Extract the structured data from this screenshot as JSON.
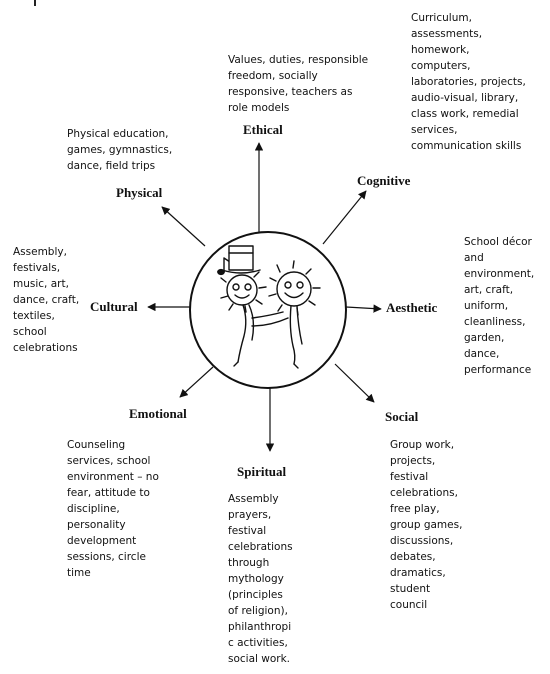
{
  "domains": {
    "ethical": {
      "label": "Ethical",
      "lines": [
        "Values, duties, responsible",
        "freedom, socially",
        "responsive, teachers as",
        "role models"
      ]
    },
    "cognitive": {
      "label": "Cognitive",
      "lines": [
        "Curriculum,",
        "assessments,",
        "homework,",
        "computers,",
        "laboratories, projects,",
        "audio-visual, library,",
        "class work, remedial",
        "services,",
        "communication skills"
      ]
    },
    "physical": {
      "label": "Physical",
      "lines": [
        "Physical education,",
        "games, gymnastics,",
        "dance, field trips"
      ]
    },
    "aesthetic": {
      "label": "Aesthetic",
      "lines": [
        "School décor",
        "and",
        "environment,",
        "art, craft,",
        "uniform,",
        "cleanliness,",
        "garden,",
        "dance,",
        "performance"
      ]
    },
    "cultural": {
      "label": "Cultural",
      "lines": [
        "Assembly,",
        "festivals,",
        "music, art,",
        "dance, craft,",
        "textiles,",
        "school",
        "celebrations"
      ]
    },
    "emotional": {
      "label": "Emotional",
      "lines": [
        "Counseling",
        "services, school",
        "environment – no",
        "fear, attitude to",
        "discipline,",
        "personality",
        "development",
        "sessions, circle",
        "time"
      ]
    },
    "spiritual": {
      "label": "Spiritual",
      "lines": [
        "Assembly",
        "prayers,",
        "festival",
        "celebrations",
        "through",
        "mythology",
        "(principles",
        "of religion),",
        "philanthropi",
        "c activities,",
        "social work."
      ]
    },
    "social": {
      "label": "Social",
      "lines": [
        "Group work,",
        "projects,",
        "festival",
        "celebrations,",
        "free play,",
        "group games,",
        "discussions,",
        "debates,",
        "dramatics,",
        "student",
        "council"
      ]
    }
  }
}
